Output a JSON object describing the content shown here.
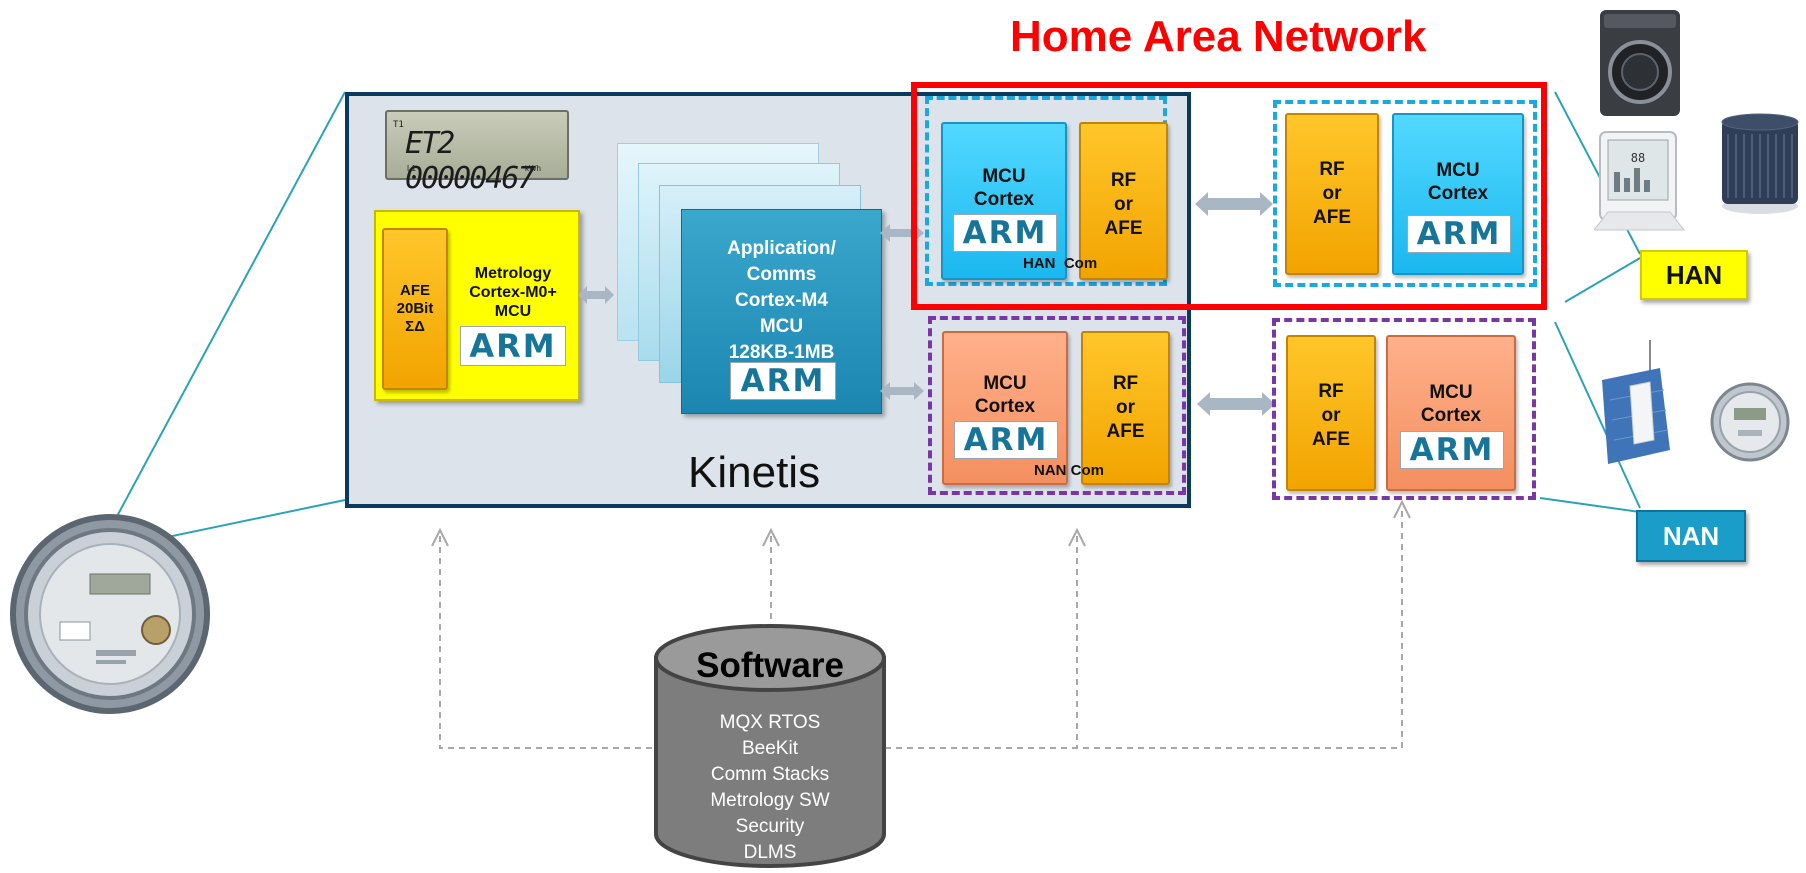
{
  "title": "Home Area Network",
  "kinetis": {
    "label": "Kinetis"
  },
  "lcd_display": {
    "prefix": "T1",
    "readout": "ET2 00000467",
    "sub_left": "L1",
    "unit": "kWh"
  },
  "metrology": {
    "afe_lines": [
      "AFE",
      "20Bit",
      "ΣΔ"
    ],
    "label_lines": [
      "Metrology",
      "Cortex-M0+",
      "MCU"
    ],
    "logo": "ARM"
  },
  "application": {
    "label_lines": [
      "Application/",
      "Comms",
      "Cortex-M4",
      "MCU",
      "128KB-1MB"
    ],
    "logo": "ARM"
  },
  "han_com": {
    "mcu_lines": [
      "MCU",
      "Cortex"
    ],
    "rf_lines": [
      "RF",
      "or",
      "AFE"
    ],
    "logo": "ARM",
    "caption": "HAN  Com"
  },
  "nan_com": {
    "mcu_lines": [
      "MCU",
      "Cortex"
    ],
    "rf_lines": [
      "RF",
      "or",
      "AFE"
    ],
    "logo": "ARM",
    "caption": "NAN Com"
  },
  "han_remote": {
    "rf_lines": [
      "RF",
      "or",
      "AFE"
    ],
    "mcu_lines": [
      "MCU",
      "Cortex"
    ],
    "logo": "ARM"
  },
  "nan_remote": {
    "rf_lines": [
      "RF",
      "or",
      "AFE"
    ],
    "mcu_lines": [
      "MCU",
      "Cortex"
    ],
    "logo": "ARM"
  },
  "tags": {
    "han": "HAN",
    "nan": "NAN"
  },
  "software": {
    "title": "Software",
    "items": [
      "MQX RTOS",
      "BeeKit",
      "Comm Stacks",
      "Metrology SW",
      "Security",
      "DLMS"
    ]
  },
  "colors": {
    "title_red": "#ff0000",
    "han_outline": "#ff0000",
    "han_dash": "#1aa8e0",
    "nan_dash": "#7a35a6",
    "kinetis_border": "#0b3a5c",
    "han_tag": "#ffff00",
    "nan_tag": "#1a9ec9"
  }
}
